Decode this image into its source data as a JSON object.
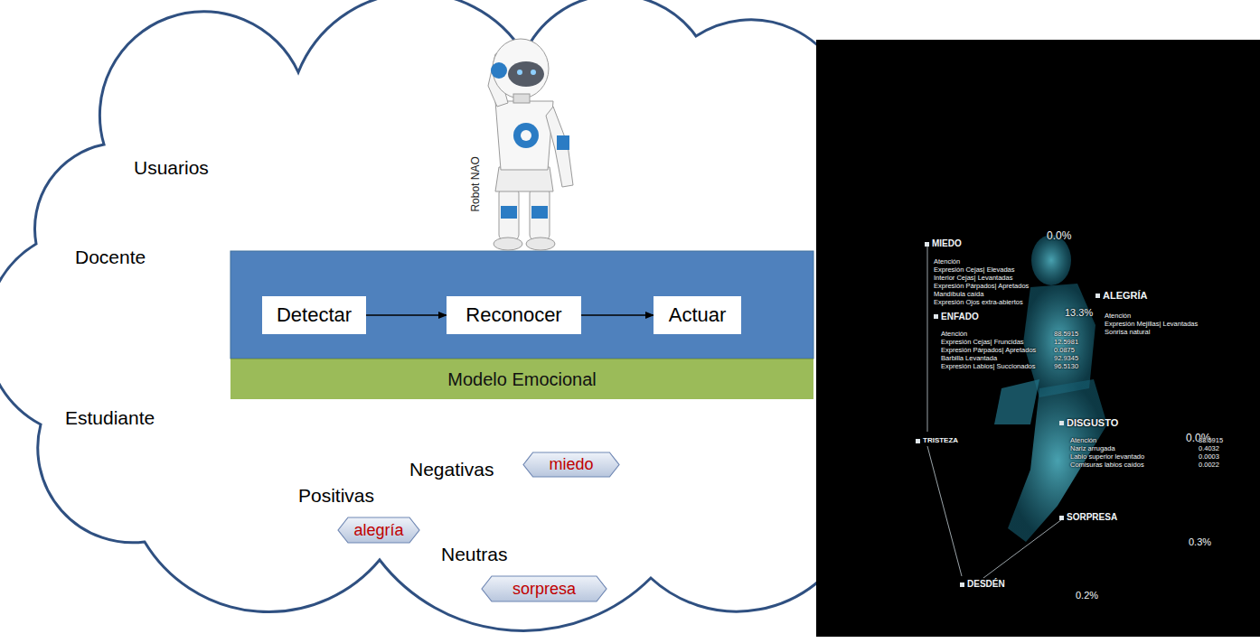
{
  "diagram": {
    "nodes": [
      {
        "text": [
          "Detectar"
        ]
      },
      {
        "text": [
          "Reconocer"
        ]
      },
      {
        "text": [
          "Actuar"
        ]
      },
      {
        "text": [
          "Modelo Emocional"
        ]
      },
      {
        "text": [
          "miedo"
        ]
      },
      {
        "text": [
          "alegría"
        ]
      },
      {
        "text": [
          "sorpresa"
        ]
      }
    ],
    "edges": [
      {
        "from": 0,
        "to": 1,
        "arrow": "to"
      },
      {
        "from": 1,
        "to": 2,
        "arrow": "to"
      }
    ],
    "labels": [
      "Usuarios",
      "Docente",
      "Estudiante",
      "Robot NAO",
      "Negativas",
      "Positivas",
      "Neutras",
      "MIEDO",
      "0.0%",
      "Atención",
      "Expresión Cejas| Elevadas",
      "Interior Cejas| Levantadas",
      "Expresión Párpados| Apretados",
      "Mandíbula caída",
      "Expresión Ojos extra-abiertos",
      "ALEGRÍA",
      "Atención",
      "Expresión Mejillas| Levantadas",
      "Sonrisa natural",
      "ENFADO",
      "13.3%",
      "Atención",
      "Expresión Cejas| Fruncidas",
      "Expresión Párpados| Apretados",
      "Barbilla Levantada",
      "Expresión Labios| Succionados",
      "DISGUSTO",
      "0.0%",
      "Atención",
      "Nariz arrugada",
      "Labio superior levantado",
      "Comisuras labios caídos",
      "TRISTEZA",
      "SORPRESA",
      "0.3%",
      "DESDÉN",
      "0.2%",
      "88.5915",
      "12.5981",
      "0.0875",
      "92.9345",
      "96.5130",
      "88.5915",
      "0.4032",
      "0.0003",
      "0.0022"
    ]
  }
}
